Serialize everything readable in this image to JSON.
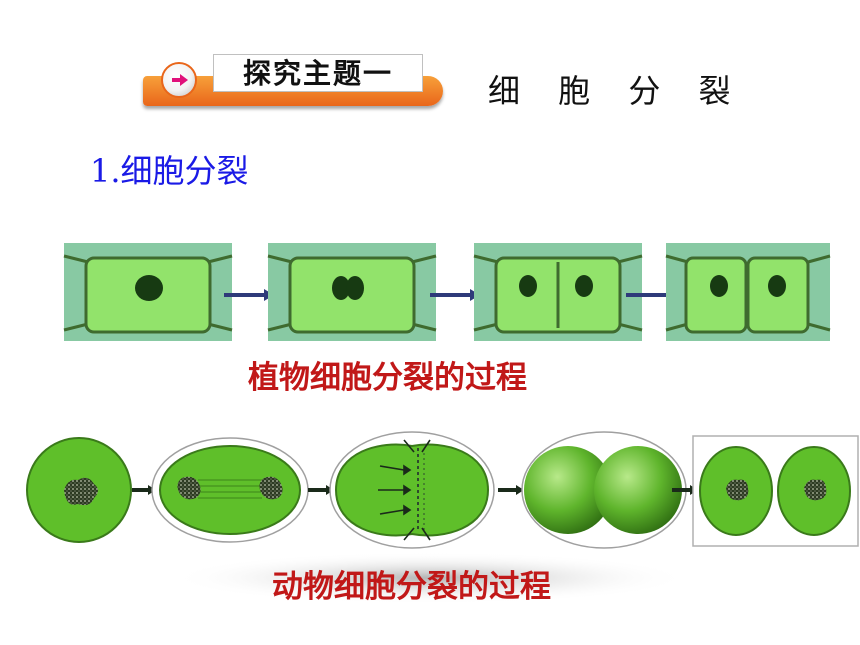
{
  "header": {
    "badge_label": "探究主题一",
    "badge_icon": "arrow-right-icon",
    "title": "细 胞 分 裂"
  },
  "section": {
    "heading": "1.细胞分裂"
  },
  "plant": {
    "caption": "植物细胞分裂的过程",
    "stages": 4
  },
  "animal": {
    "caption": "动物细胞分裂的过程",
    "stages": 5
  },
  "colors": {
    "badge_orange": "#e9661a",
    "heading_blue": "#1a1ae6",
    "caption_red": "#c11818",
    "plant_cell": "#8ee06a",
    "animal_cell": "#5fbf2a",
    "arrow": "#2e3a7a"
  }
}
